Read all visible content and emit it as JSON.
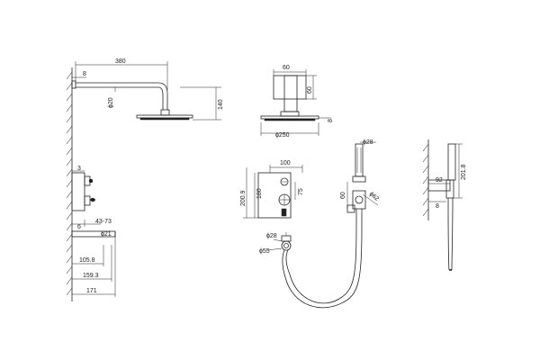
{
  "dimensions": {
    "width_380": "380",
    "wall_offset_8": "8",
    "pipe_dia_20": "ɸ20",
    "drop_140": "140",
    "valve_3": "3",
    "range_43_73": "43-73",
    "spout_6": "6",
    "spout_dia_21": "ɸ21",
    "depth_105_8": "105.8",
    "depth_159_3": "159.3",
    "depth_171": "171",
    "arm_60_w": "60",
    "arm_60_h": "60",
    "head_dia_250": "ɸ250",
    "head_thk_8": "8",
    "plate_100": "100",
    "plate_180": "180",
    "plate_200_9": "200.9",
    "knob_75": "75",
    "holder_60": "60",
    "holder_dia_28": "ɸ28",
    "holder_dia_62": "ɸ62",
    "elbow_dia_28": "ɸ28",
    "elbow_dia_55": "ɸ55",
    "bracket_92": "92",
    "bracket_8": "8",
    "bracket_201_8": "201.8"
  }
}
